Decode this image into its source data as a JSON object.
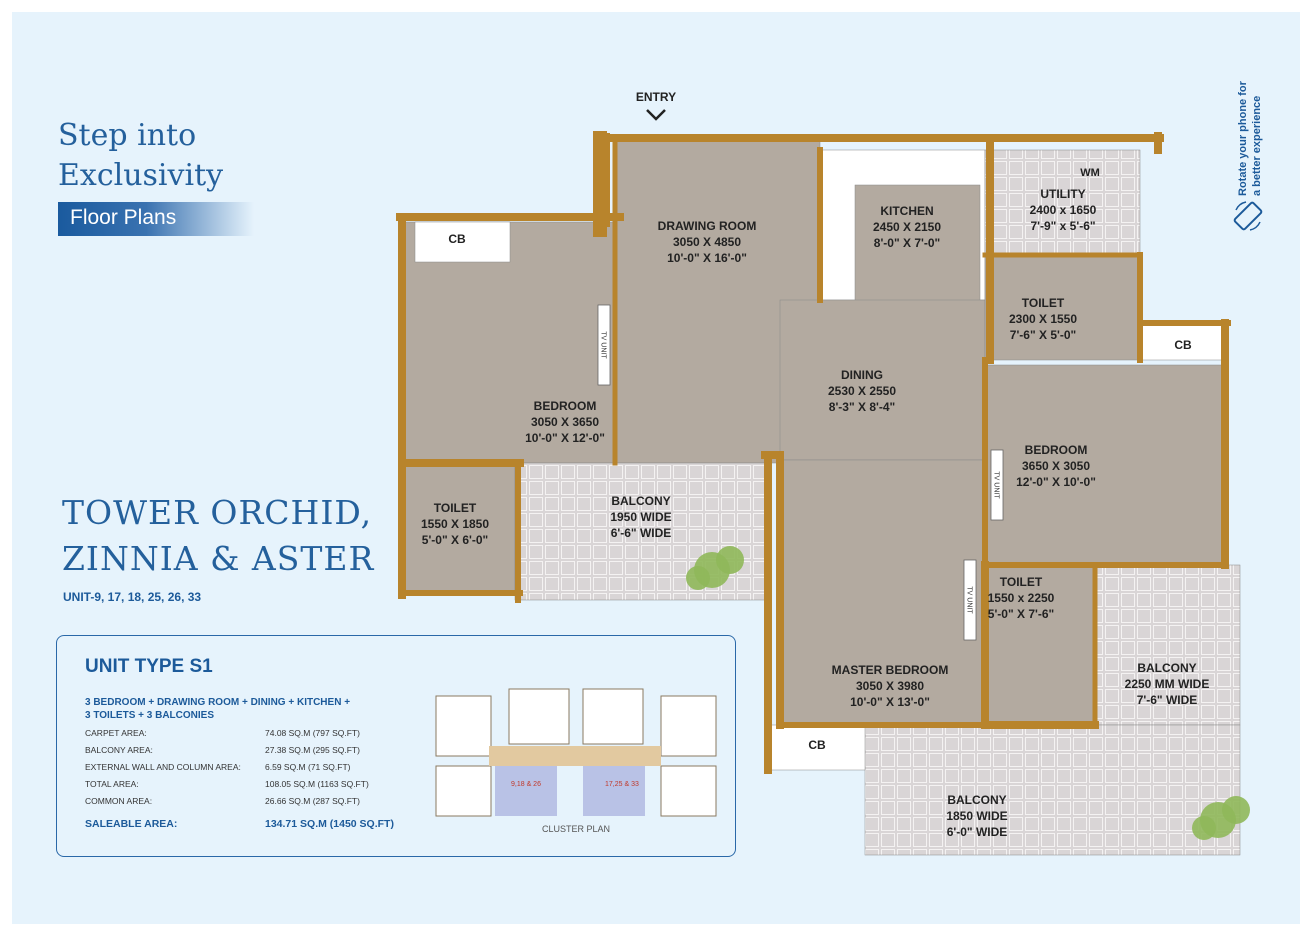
{
  "tagline": {
    "line1": "Step into",
    "line2": "Exclusivity"
  },
  "badge": "Floor Plans",
  "tower": {
    "line1": "TOWER ORCHID,",
    "line2": "ZINNIA & ASTER"
  },
  "units": "UNIT-9, 17, 18, 25, 26, 33",
  "rotate_hint": {
    "line1": "Rotate your phone for",
    "line2": "a better experience",
    "icon": "rotate-phone-icon"
  },
  "unit_card": {
    "title": "UNIT TYPE S1",
    "config_line1": "3 BEDROOM + DRAWING ROOM + DINING + KITCHEN +",
    "config_line2": "3 TOILETS + 3 BALCONIES",
    "areas": [
      {
        "label": "CARPET AREA:",
        "value": "74.08 SQ.M (797 SQ.FT)"
      },
      {
        "label": "BALCONY AREA:",
        "value": "27.38 SQ.M (295 SQ.FT)"
      },
      {
        "label": "EXTERNAL WALL AND COLUMN AREA:",
        "value": "6.59 SQ.M (71 SQ.FT)"
      },
      {
        "label": "TOTAL AREA:",
        "value": "108.05 SQ.M (1163 SQ.FT)"
      },
      {
        "label": "COMMON AREA:",
        "value": "26.66 SQ.M (287 SQ.FT)"
      }
    ],
    "saleable": {
      "label": "SALEABLE AREA:",
      "value": "134.71 SQ.M (1450 SQ.FT)"
    },
    "cluster_label": "CLUSTER PLAN",
    "cluster_tags": [
      "9,18 & 26",
      "17,25 & 33"
    ]
  },
  "plan": {
    "entry": "ENTRY",
    "rooms": [
      {
        "name": "DRAWING ROOM",
        "metric": "3050 X 4850",
        "imperial": "10'-0\" X 16'-0\""
      },
      {
        "name": "KITCHEN",
        "metric": "2450 X 2150",
        "imperial": "8'-0\" X 7'-0\""
      },
      {
        "name": "UTILITY",
        "metric": "2400 x 1650",
        "imperial": "7'-9\" x 5'-6\""
      },
      {
        "name": "TOILET",
        "metric": "2300 X 1550",
        "imperial": "7'-6\" X 5'-0\""
      },
      {
        "name": "BEDROOM",
        "metric": "3050 X 3650",
        "imperial": "10'-0\" X 12'-0\""
      },
      {
        "name": "DINING",
        "metric": "2530 X 2550",
        "imperial": "8'-3\" X 8'-4\""
      },
      {
        "name": "BEDROOM",
        "metric": "3650 X 3050",
        "imperial": "12'-0\" X 10'-0\""
      },
      {
        "name": "TOILET",
        "metric": "1550 X 1850",
        "imperial": "5'-0\" X 6'-0\""
      },
      {
        "name": "BALCONY",
        "metric": "1950 WIDE",
        "imperial": "6'-6\" WIDE"
      },
      {
        "name": "TOILET",
        "metric": "1550 x 2250",
        "imperial": "5'-0\" X 7'-6\""
      },
      {
        "name": "MASTER BEDROOM",
        "metric": "3050 X 3980",
        "imperial": "10'-0\" X 13'-0\""
      },
      {
        "name": "BALCONY",
        "metric": "2250 MM WIDE",
        "imperial": "7'-6\" WIDE"
      },
      {
        "name": "BALCONY",
        "metric": "1850 WIDE",
        "imperial": "6'-0\" WIDE"
      }
    ],
    "cb_labels": [
      "CB",
      "CB",
      "CB"
    ],
    "wm": "WM",
    "tv_unit": "TV UNIT",
    "colors": {
      "wall": "#b8842c",
      "floor": "#b3aaa0",
      "tile": "#d9d5d6",
      "counter": "#ffffff"
    }
  },
  "colors": {
    "brand": "#1c5a9a",
    "background": "#e6f3fc"
  }
}
